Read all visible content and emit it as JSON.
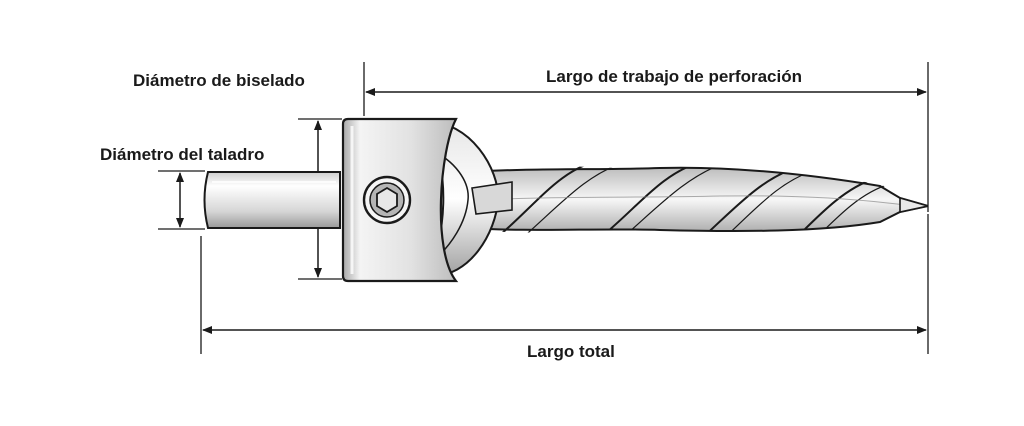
{
  "labels": {
    "bevel_diameter": "Diámetro de biselado",
    "drill_diameter": "Diámetro del taladro",
    "working_length": "Largo de trabajo de perforación",
    "total_length": "Largo total"
  },
  "colors": {
    "outline": "#1a1a1a",
    "metal_light": "#f2f2f2",
    "metal_mid": "#d0d0d0",
    "metal_dark": "#9a9a9a",
    "text": "#1a1a1a"
  },
  "icons": {
    "set_screw": "hex-socket-icon"
  }
}
